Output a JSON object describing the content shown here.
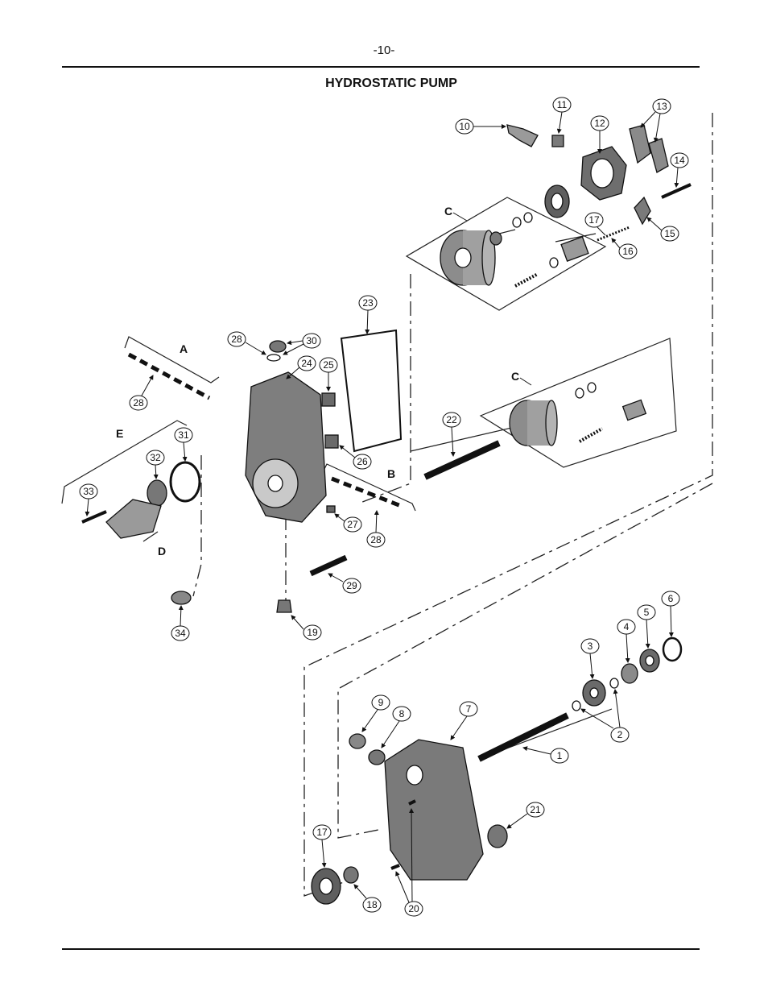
{
  "page": {
    "number": "-10-",
    "title": "HYDROSTATIC PUMP"
  },
  "callouts": {
    "n1": "1",
    "n2": "2",
    "n3": "3",
    "n4": "4",
    "n5": "5",
    "n6": "6",
    "n7": "7",
    "n8": "8",
    "n9": "9",
    "n10": "10",
    "n11": "11",
    "n12": "12",
    "n13": "13",
    "n14": "14",
    "n15": "15",
    "n16": "16",
    "n17a": "17",
    "n17b": "17",
    "n18": "18",
    "n19": "19",
    "n20": "20",
    "n21": "21",
    "n22": "22",
    "n23": "23",
    "n24": "24",
    "n25": "25",
    "n26": "26",
    "n27": "27",
    "n28a": "28",
    "n28b": "28",
    "n28c": "28",
    "n29": "29",
    "n30": "30",
    "n31": "31",
    "n32": "32",
    "n33": "33",
    "n34": "34"
  },
  "letters": {
    "A": "A",
    "B": "B",
    "C1": "C",
    "C2": "C",
    "D": "D",
    "E": "E"
  }
}
